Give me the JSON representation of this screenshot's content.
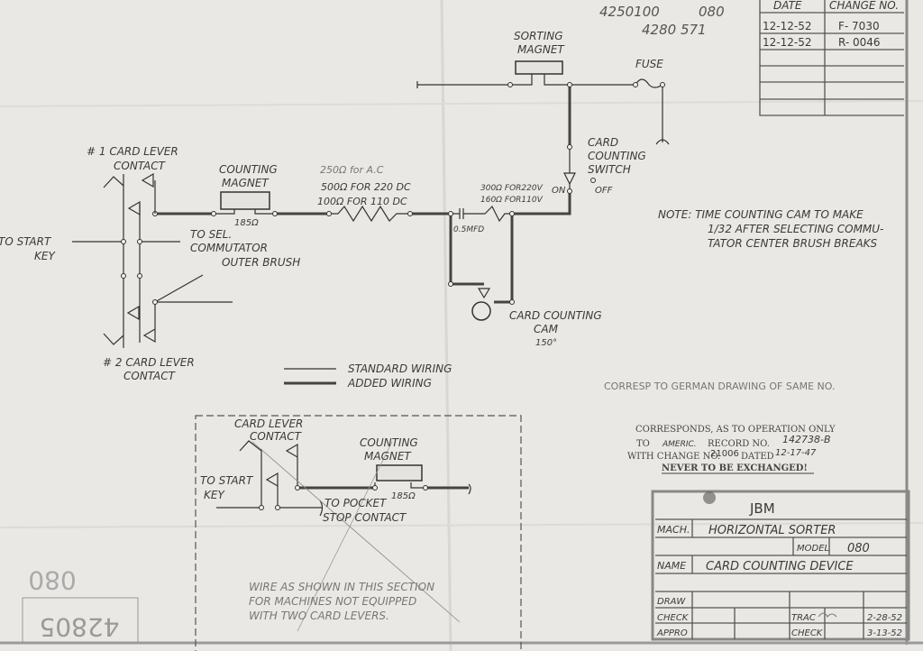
{
  "drawing_numbers": {
    "handwritten_top_1": "4250100",
    "handwritten_top_2": "080",
    "handwritten_top_3": "4280 571",
    "stamp_model": "080",
    "stamp_number": "42805"
  },
  "revision_table": {
    "headers": [
      "DATE",
      "CHANGE NO."
    ],
    "rows": [
      {
        "date": "12-12-52",
        "change": "F- 7030"
      },
      {
        "date": "12-12-52",
        "change": "R- 0046"
      }
    ]
  },
  "main_circuit": {
    "sorting_magnet": [
      "SORTING",
      "MAGNET"
    ],
    "fuse": "FUSE",
    "card_counting_switch": [
      "CARD",
      "COUNTING",
      "SWITCH"
    ],
    "switch_on": "ON",
    "switch_off": "OFF",
    "counting_magnet": [
      "COUNTING",
      "MAGNET"
    ],
    "magnet_resistance": "185Ω",
    "resistor_ac": "250Ω for A.C",
    "resistor_220": "500Ω FOR 220 DC",
    "resistor_110": "100Ω FOR 110 DC",
    "resistor2_220": "300Ω FOR220V",
    "resistor2_110": "160Ω FOR110V",
    "capacitor": "0.5MFD",
    "cam": [
      "CARD COUNTING",
      "CAM",
      "150°"
    ],
    "lever1": [
      "# 1 CARD LEVER",
      "CONTACT"
    ],
    "lever2": [
      "# 2 CARD LEVER",
      "CONTACT"
    ],
    "start_key": [
      "TO START",
      "KEY"
    ],
    "sel_commutator": [
      "TO SEL.",
      "COMMUTATOR",
      "OUTER BRUSH"
    ]
  },
  "legend": {
    "standard": "STANDARD  WIRING",
    "added": "ADDED       WIRING"
  },
  "note": [
    "NOTE:  TIME COUNTING CAM TO MAKE",
    "1/32 AFTER SELECTING COMMU-",
    "TATOR CENTER BRUSH BREAKS"
  ],
  "german_ref": "CORRESP TO GERMAN DRAWING OF SAME NO.",
  "correspondence": {
    "line1": "CORRESPONDS, AS TO OPERATION ONLY",
    "line2_prefix": "TO",
    "line2_ref": "AMERIC.",
    "line2_mid": "RECORD NO.",
    "record_no": "142738-B",
    "line3_prefix": "WITH CHANGE NO.",
    "change_no": "21006",
    "dated_label": "DATED",
    "dated": "12-17-47",
    "warning": "NEVER TO BE EXCHANGED!"
  },
  "inset": {
    "lever": [
      "CARD LEVER",
      "CONTACT"
    ],
    "counting_magnet": [
      "COUNTING",
      "MAGNET"
    ],
    "magnet_resistance": "185Ω",
    "start_key": [
      "TO START",
      "KEY"
    ],
    "pocket_stop": [
      "TO POCKET",
      "STOP CONTACT"
    ],
    "note": [
      "WIRE AS SHOWN IN THIS SECTION",
      "FOR MACHINES NOT EQUIPPED",
      "WITH TWO CARD LEVERS."
    ]
  },
  "title_block": {
    "company": "JBM",
    "mach_label": "MACH.",
    "mach": "HORIZONTAL  SORTER",
    "model_label": "MODEL",
    "model": "080",
    "name_label": "NAME",
    "name": "CARD  COUNTING  DEVICE",
    "draw_label": "DRAW",
    "check_label": "CHECK",
    "appro_label": "APPRO",
    "trac_label": "TRAC",
    "check2_label": "CHECK",
    "trac_date": "2-28-52",
    "check_date": "3-13-52"
  }
}
